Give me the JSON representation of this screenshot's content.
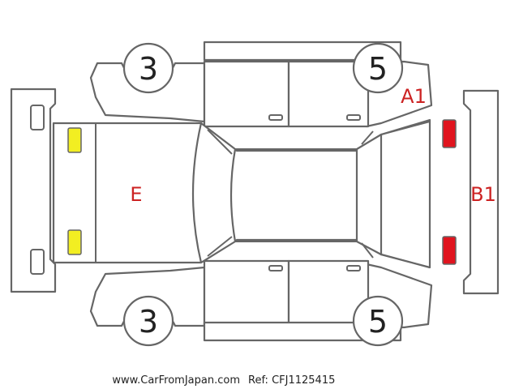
{
  "wheels": {
    "front_left": "3",
    "front_right": "5",
    "rear_left": "3",
    "rear_right": "5"
  },
  "damage_codes": {
    "hood": "E",
    "front_right_fender": "A1",
    "rear_bumper": "B1"
  },
  "colors": {
    "front_marker": "#f2ee22",
    "rear_marker": "#e0141e",
    "code_text": "#cc2222",
    "outline": "#666666"
  },
  "footer": {
    "site": "www.CarFromJapan.com",
    "ref": "Ref: CFJ1125415"
  }
}
